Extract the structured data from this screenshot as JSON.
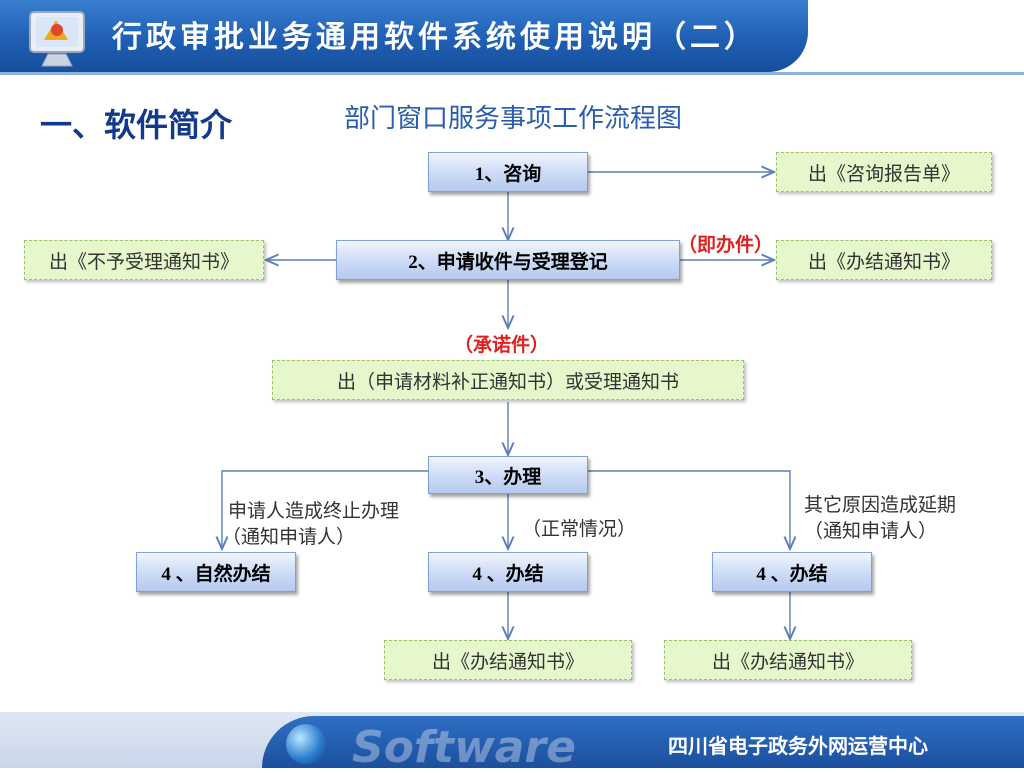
{
  "header": {
    "title": "行政审批业务通用软件系统使用说明（二）"
  },
  "section_title": "一、软件简介",
  "chart_title": "部门窗口服务事项工作流程图",
  "nodes": {
    "consult": "1、咨询",
    "apply": "2、申请收件与受理登记",
    "handle": "3、办理",
    "finish_natural": "4 、自然办结",
    "finish_normal": "4 、办结",
    "finish_delay": "4 、办结"
  },
  "outputs": {
    "consult_report": "出《咨询报告单》",
    "reject_notice": "出《不予受理通知书》",
    "instant_notice": "出《办结通知书》",
    "supplement_notice": "出（申请材料补正通知书）或受理通知书",
    "normal_notice": "出《办结通知书》",
    "delay_notice": "出《办结通知书》"
  },
  "labels": {
    "instant": "（即办件）",
    "promise": "（承诺件）",
    "terminate_line1": "申请人造成终止办理",
    "terminate_line2": "（通知申请人）",
    "normal": "（正常情况）",
    "other_line1": "其它原因造成延期",
    "other_line2": "（通知申请人）"
  },
  "footer": {
    "watermark": "Software",
    "org": "四川省电子政务外网运营中心"
  },
  "colors": {
    "header_blue": "#1f5fb4",
    "node_blue": "#cbdaf5",
    "output_green": "#e6f7cc",
    "red_label": "#e02020"
  }
}
